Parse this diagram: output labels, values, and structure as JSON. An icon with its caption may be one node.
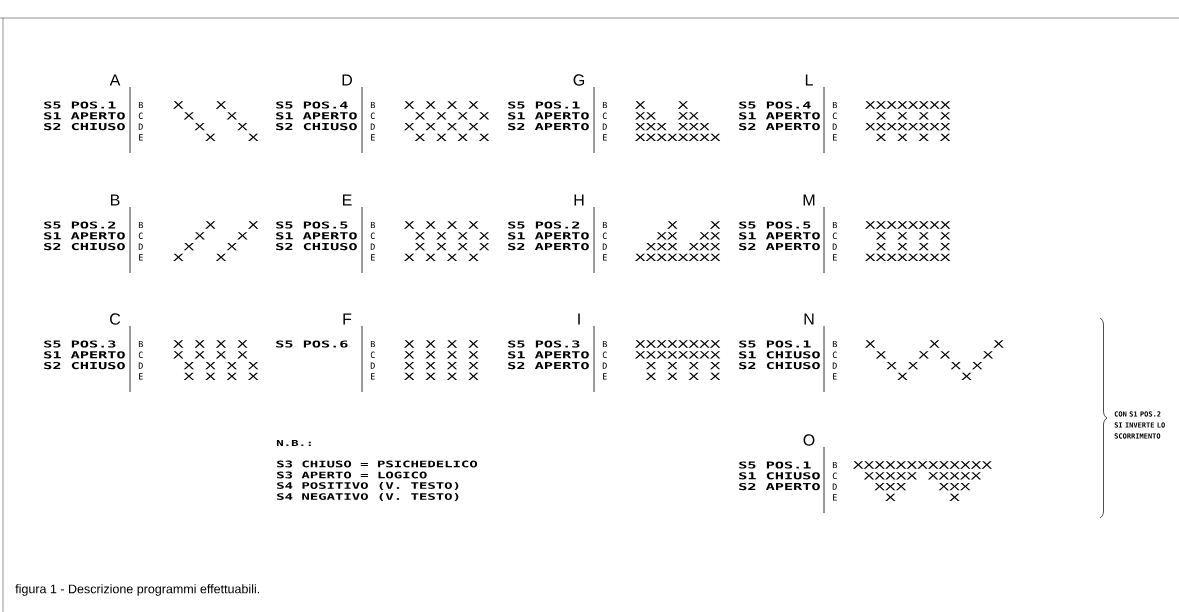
{
  "diagram": {
    "caption": "figura 1 - Descrizione programmi effettuabili.",
    "labels": [
      "A",
      "S5 POS.1",
      "S1 APERTO",
      "S2 CHIUSO",
      "B",
      "X",
      "X",
      "C",
      "X",
      "X",
      "D",
      "X",
      "X",
      "E",
      "X",
      "X",
      "D",
      "S5 POS.4",
      "S1 APERTO",
      "S2 CHIUSO",
      "B",
      "X",
      "X",
      "X",
      "X",
      "C",
      "X",
      "X",
      "X",
      "X",
      "D",
      "X",
      "X",
      "X",
      "X",
      "E",
      "X",
      "X",
      "X",
      "X",
      "G",
      "S5 POS.1",
      "S1 APERTO",
      "S2 APERTO",
      "B",
      "X",
      "X",
      "C",
      "XX",
      "XX",
      "D",
      "XXX",
      "XXX",
      "E",
      "XXXXXXXX",
      "L",
      "S5 POS.4",
      "S1 APERTO",
      "S2 APERTO",
      "B",
      "XXXXXXXX",
      "C",
      "X",
      "X",
      "X",
      "X",
      "D",
      "XXXXXXXX",
      "E",
      "X",
      "X",
      "X",
      "X",
      "B",
      "S5 POS.2",
      "S1 APERTO",
      "S2 CHIUSO",
      "B",
      "X",
      "X",
      "C",
      "X",
      "X",
      "D",
      "X",
      "X",
      "E",
      "X",
      "X",
      "E",
      "S5 POS.5",
      "S1 APERTO",
      "S2 CHIUSO",
      "B",
      "X",
      "X",
      "X",
      "X",
      "C",
      "X",
      "X",
      "X",
      "X",
      "D",
      "X",
      "X",
      "X",
      "X",
      "E",
      "X",
      "X",
      "X",
      "X",
      "H",
      "S5 POS.2",
      "S1 APERTO",
      "S2 APERTO",
      "B",
      "X",
      "X",
      "C",
      "XX",
      "XX",
      "D",
      "XXX",
      "XXX",
      "E",
      "XXXXXXXX",
      "M",
      "S5 POS.5",
      "S1 APERTO",
      "S2 APERTO",
      "B",
      "XXXXXXXX",
      "C",
      "X",
      "X",
      "X",
      "X",
      "D",
      "X",
      "X",
      "X",
      "X",
      "E",
      "XXXXXXXX",
      "C",
      "S5 POS.3",
      "S1 APERTO",
      "S2 CHIUSO",
      "B",
      "X",
      "X",
      "X",
      "X",
      "C",
      "X",
      "X",
      "X",
      "X",
      "D",
      "X",
      "X",
      "X",
      "X",
      "E",
      "X",
      "X",
      "X",
      "X",
      "F",
      "S5 POS.6",
      "B",
      "X",
      "X",
      "X",
      "X",
      "C",
      "X",
      "X",
      "X",
      "X",
      "D",
      "X",
      "X",
      "X",
      "X",
      "E",
      "X",
      "X",
      "X",
      "X",
      "I",
      "S5 POS.3",
      "S1 APERTO",
      "S2 APERTO",
      "B",
      "XXXXXXXX",
      "C",
      "XXXXXXXX",
      "D",
      "X",
      "X",
      "X",
      "X",
      "E",
      "X",
      "X",
      "X",
      "X",
      "N",
      "S5 POS.1",
      "S1 CHIUSO",
      "S2 CHIUSO",
      "B",
      "X",
      "X",
      "X",
      "C",
      "X",
      "X",
      "X",
      "X",
      "D",
      "X",
      "X",
      "X",
      "X",
      "E",
      "X",
      "X",
      "CON S1 POS.2 SI INVERTE LO SCORRIMENTO",
      "N.B.:",
      "S3 CHIUSO = PSICHEDELICO",
      "S3 APERTO = LOGICO",
      "S4 POSITIVO (V. TESTO)",
      "S4 NEGATIVO (V. TESTO)",
      "O",
      "S5 POS.1",
      "S1 CHIUSO",
      "S2 APERTO",
      "B",
      "XXXXXXXXXXXXX",
      "C",
      "XXXXX",
      "XXXXX",
      "D",
      "XXX",
      "XXX",
      "E",
      "X",
      "X"
    ]
  }
}
